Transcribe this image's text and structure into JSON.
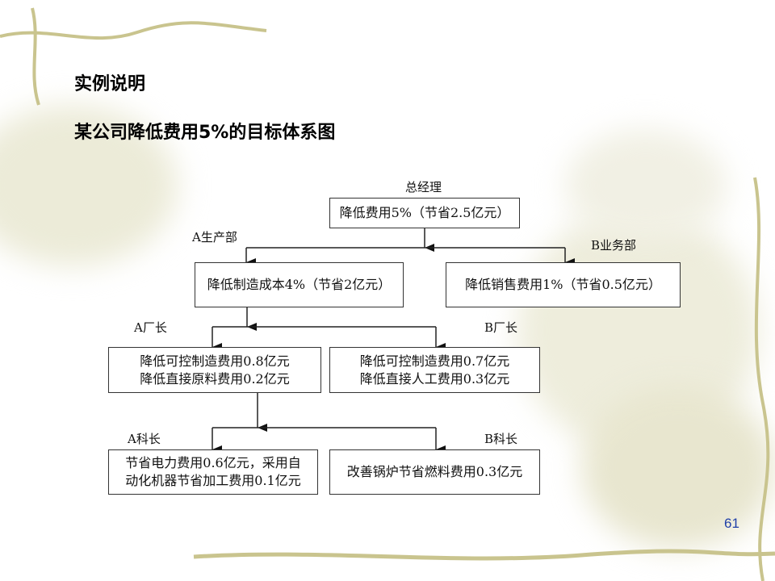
{
  "slide": {
    "heading": "实例说明",
    "subtitle": "某公司降低费用5%的目标体系图",
    "page_number": "61"
  },
  "diagram": {
    "root": {
      "role": "总经理",
      "text": "降低费用5%（节省2.5亿元）"
    },
    "dept_a": {
      "role": "A生产部",
      "text": "降低制造成本4%（节省2亿元）"
    },
    "dept_b": {
      "role": "B业务部",
      "text": "降低销售费用1%（节省0.5亿元）"
    },
    "factory_a": {
      "role": "A厂长",
      "lines": [
        "降低可控制造费用0.8亿元",
        "降低直接原料费用0.2亿元"
      ]
    },
    "factory_b": {
      "role": "B厂长",
      "lines": [
        "降低可控制造费用0.7亿元",
        "降低直接人工费用0.3亿元"
      ]
    },
    "section_a": {
      "role": "A科长",
      "lines": [
        "节省电力费用0.6亿元，采用自",
        "动化机器节省加工费用0.1亿元"
      ]
    },
    "section_b": {
      "role": "B科长",
      "text": "改善锅炉节省燃料费用0.3亿元"
    }
  },
  "colors": {
    "vine": "#c9c48e",
    "page_number": "#1f3fa8"
  }
}
